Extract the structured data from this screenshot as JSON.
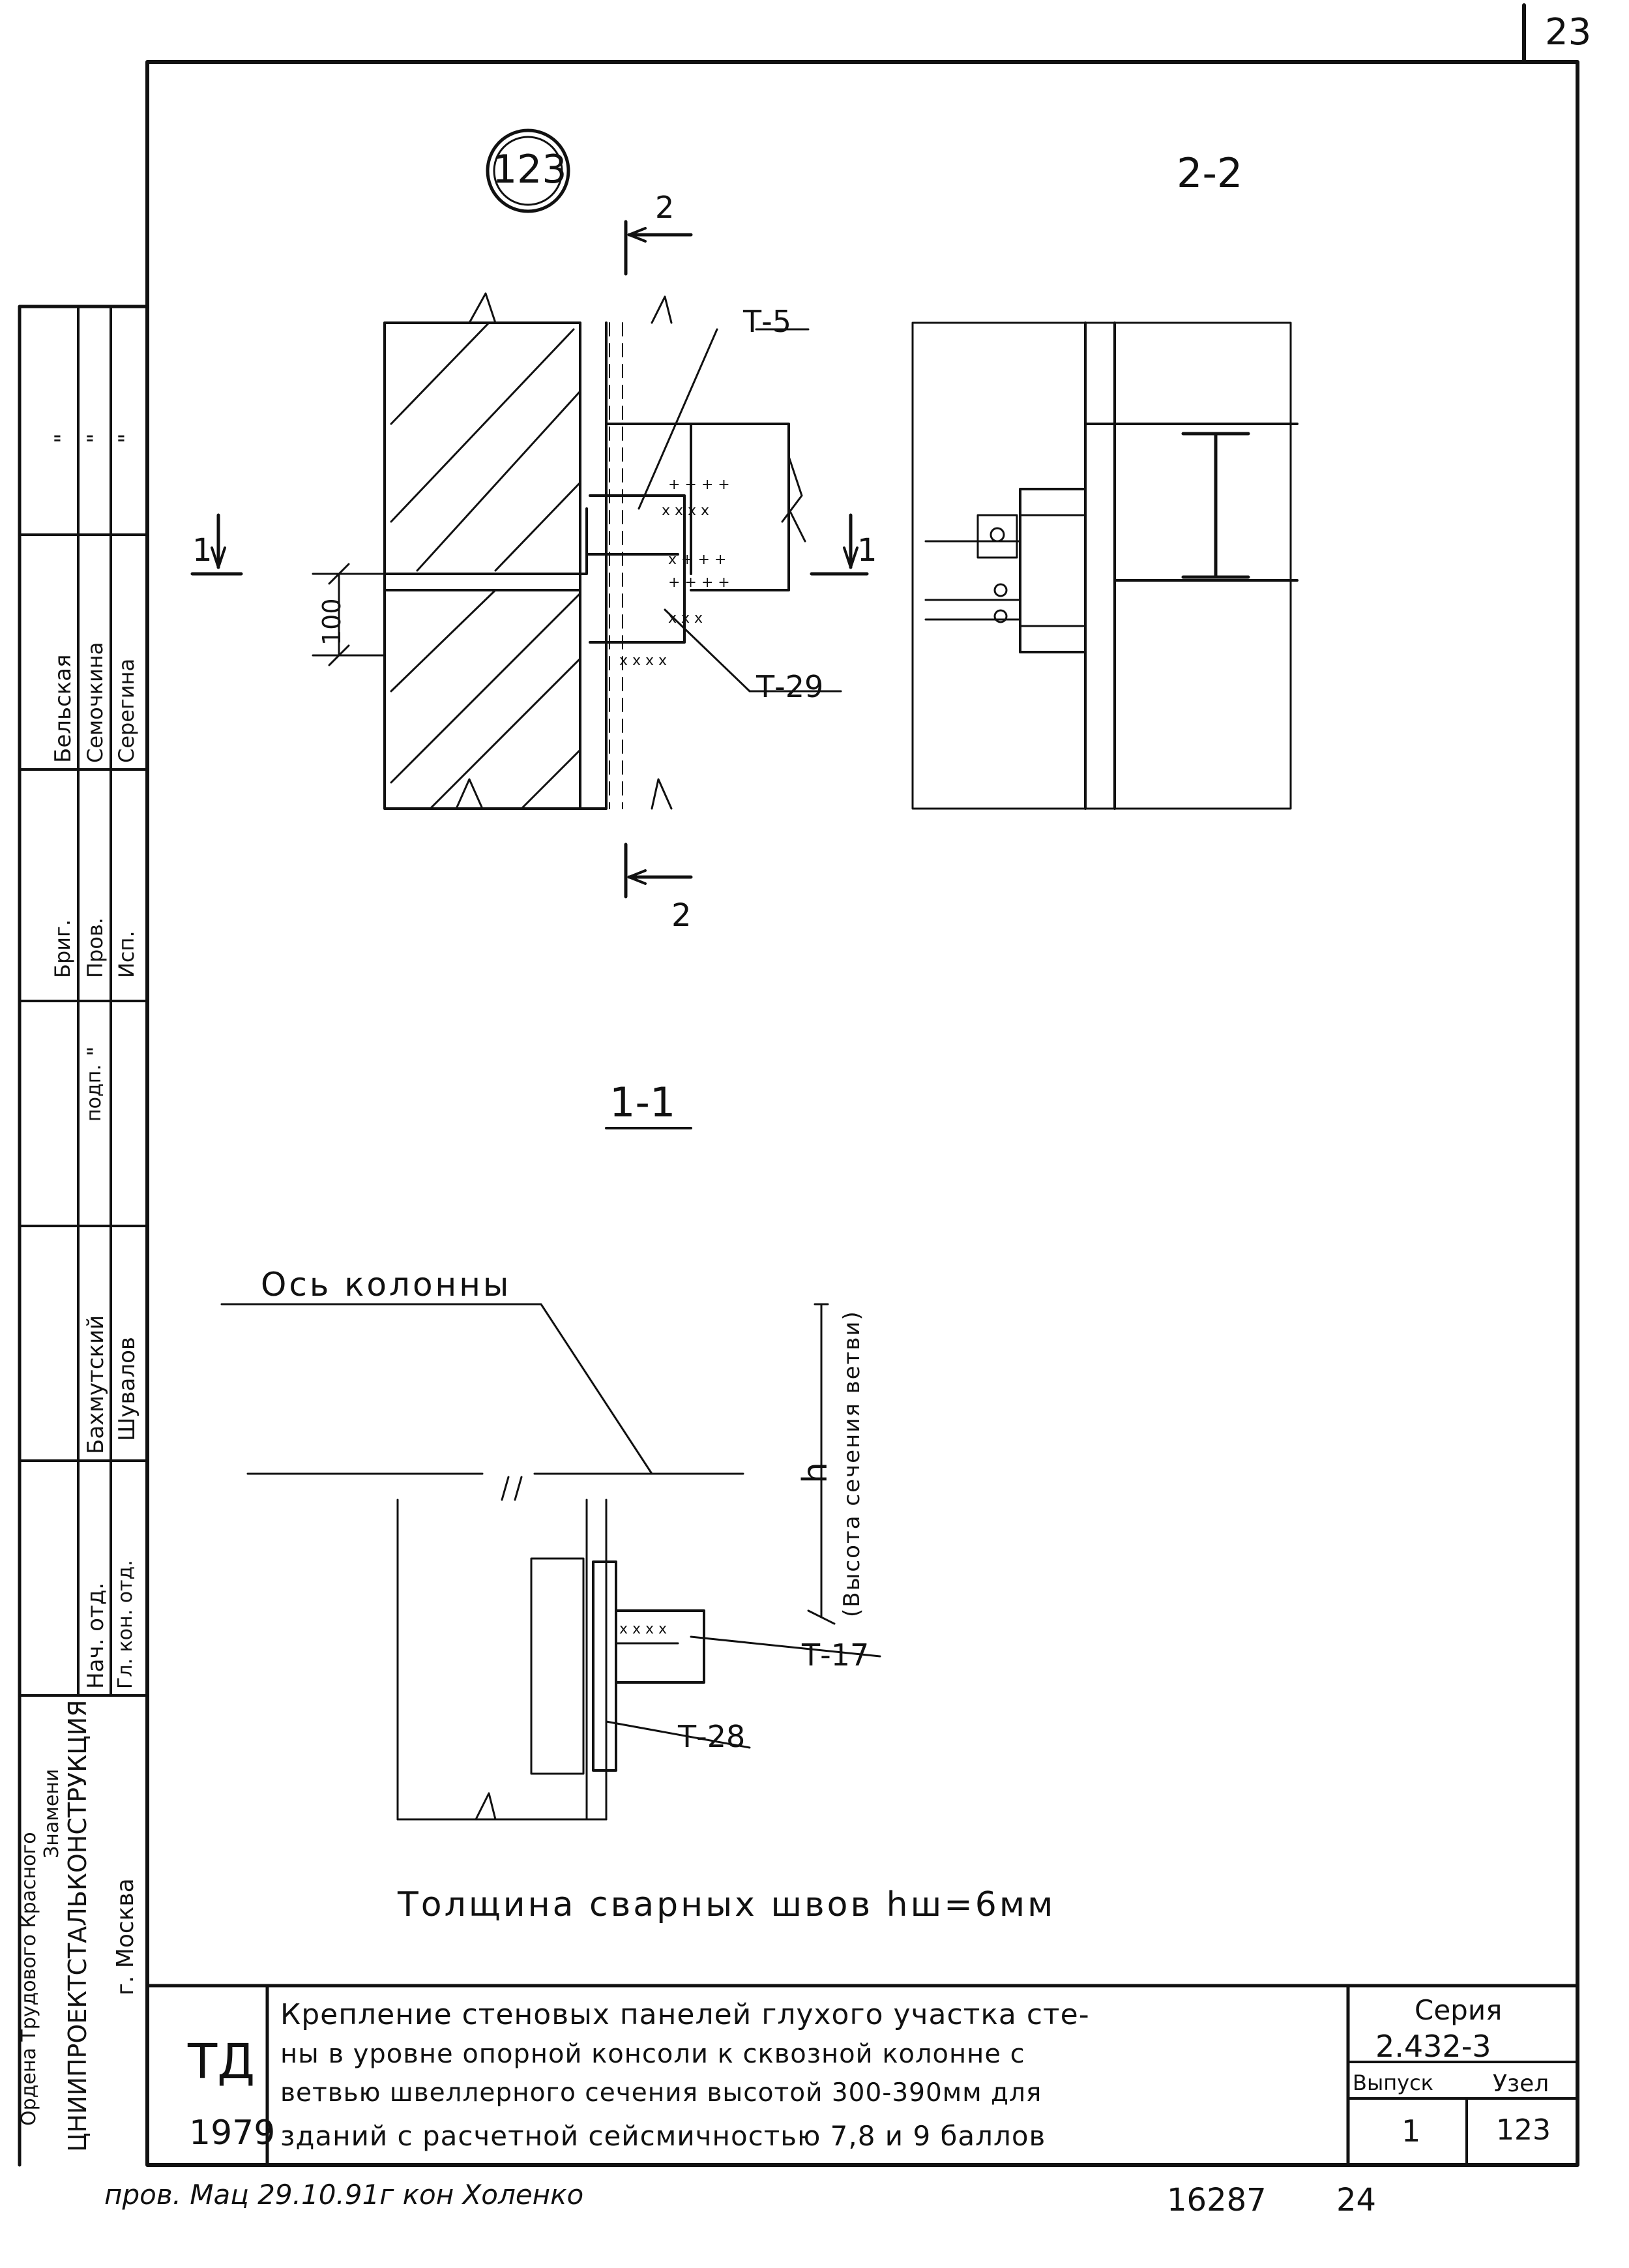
{
  "sheet": {
    "page_number": "23",
    "node_mark": "123",
    "section_2_2_title": "2-2",
    "section_1_1_title": "1-1",
    "cut_mark_2": "2",
    "cut_mark_1": "1",
    "dimension_100": "100"
  },
  "callouts": {
    "t5": "Т-5",
    "t29": "Т-29",
    "t17": "Т-17",
    "t28": "Т-28",
    "axis_label": "Ось колонны",
    "h_label": "h",
    "h_note": "(Высота сечения ветви)"
  },
  "weld_note": "Толщина сварных швов hш=6мм",
  "title_block": {
    "code": "ТД",
    "year": "1979",
    "description_lines": [
      "Крепление стеновых панелей глухого участка сте-",
      "ны в уровне опорной консоли к сквозной колонне с",
      "ветвью швеллерного сечения высотой 300-390мм для",
      "зданий с расчетной сейсмичностью 7,8 и 9 баллов"
    ],
    "series_label": "Серия",
    "series_value": "2.432-3",
    "issue_label": "Выпуск",
    "issue_value": "1",
    "node_label": "Узел",
    "node_value": "123"
  },
  "side_stamp": {
    "org_line1": "Ордена Трудового Красного",
    "org_line2": "Знамени",
    "org_line3": "ЦНИИПРОЕКТСТАЛЬКОНСТРУКЦИЯ",
    "org_line4": "г. Москва",
    "rows": [
      {
        "role": "Нач. отд.",
        "name": "Бахмутский"
      },
      {
        "role": "Гл. кон. отд.",
        "name": "Шувалов"
      },
      {
        "role": "подп.",
        "name": "\""
      },
      {
        "role": "Бриг.",
        "name": "Бельская"
      },
      {
        "role": "Пров.",
        "name": "Семочкина"
      },
      {
        "role": "Исп.",
        "name": "Серегина"
      }
    ],
    "ditto_marks": [
      "\"",
      "\"",
      "\""
    ]
  },
  "footer": {
    "check_note": "пров. Мац 29.10.91г кон Холенко",
    "doc_number": "16287",
    "sheet_count": "24"
  }
}
